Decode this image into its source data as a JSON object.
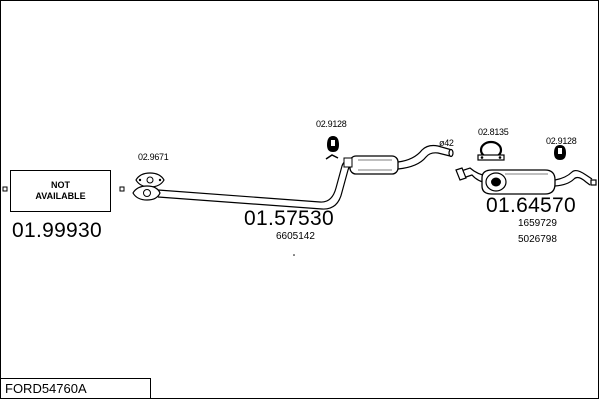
{
  "diagram": {
    "not_available": {
      "line1": "NOT",
      "line2": "AVAILABLE"
    },
    "front_section": {
      "part_number": "01.99930"
    },
    "middle_section": {
      "part_number": "01.57530",
      "oe_ref": "6605142"
    },
    "rear_section": {
      "part_number": "01.64570",
      "oe_refs": [
        "1659729",
        "5026798"
      ]
    },
    "accessories": {
      "front_gasket": "02.9671",
      "middle_hanger": "02.9128",
      "pipe_diameter": "ø42",
      "rear_clamp": "02.8135",
      "rear_hanger": "02.9128"
    }
  },
  "footer": {
    "reference": "FORD54760A"
  }
}
